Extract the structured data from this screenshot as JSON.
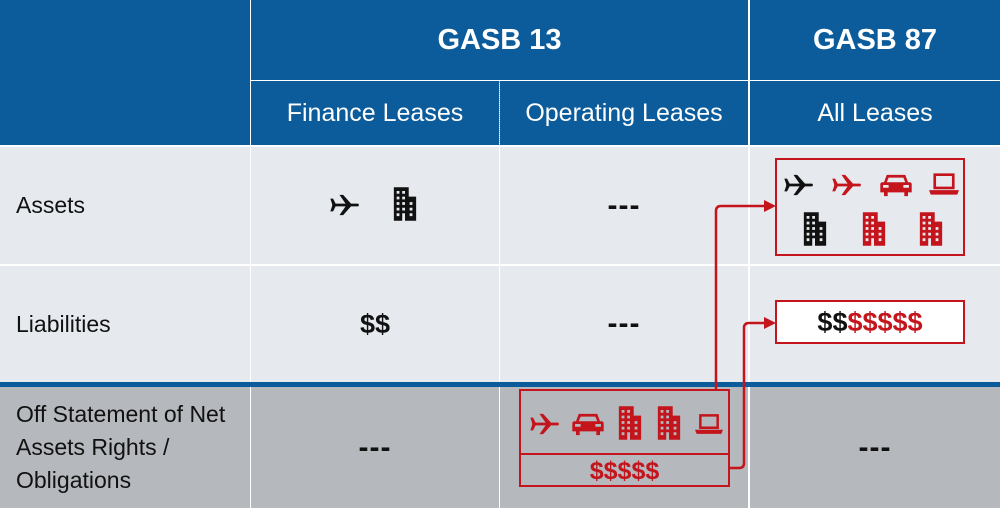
{
  "header": {
    "gasb13": "GASB 13",
    "gasb87": "GASB 87",
    "finance_leases": "Finance Leases",
    "operating_leases": "Operating Leases",
    "all_leases": "All Leases"
  },
  "rows": {
    "assets": {
      "label": "Assets",
      "operating": "---"
    },
    "liabilities": {
      "label": "Liabilities",
      "finance": "$$",
      "operating": "---",
      "gasb87_black": "$$",
      "gasb87_red": "$$$$$"
    },
    "off_statement": {
      "label": "Off Statement of Net Assets Rights / Obligations",
      "finance": "---",
      "operating_money": "$$$$$",
      "gasb87": "---"
    }
  },
  "icons": {
    "assets_finance": [
      "airplane-icon",
      "building-icon"
    ],
    "assets_gasb87_black": [
      "airplane-icon",
      "building-icon"
    ],
    "assets_gasb87_red": [
      "airplane-icon",
      "car-icon",
      "laptop-icon",
      "building-icon",
      "building-icon"
    ],
    "off_statement_operating": [
      "airplane-icon",
      "car-icon",
      "building-icon",
      "building-icon",
      "laptop-icon"
    ]
  },
  "colors": {
    "header_blue": "#0c5c9c",
    "row_light": "#e6e9ee",
    "row_gray": "#b5b8bc",
    "accent_red": "#c4141c",
    "black": "#111111"
  }
}
